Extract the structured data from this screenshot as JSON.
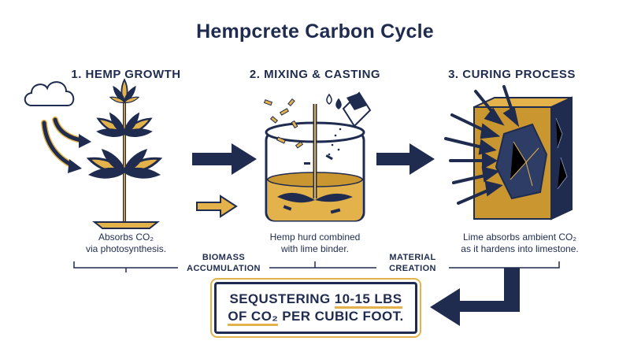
{
  "title": "Hempcrete Carbon Cycle",
  "steps": [
    {
      "title": "1. HEMP GROWTH",
      "caption_line1": "Absorbs CO₂",
      "caption_line2": "via photosynthesis."
    },
    {
      "title": "2. MIXING & CASTING",
      "caption_line1": "Hemp hurd combined",
      "caption_line2": "with lime binder."
    },
    {
      "title": "3. CURING PROCESS",
      "caption_line1": "Lime absorbs ambient CO₂",
      "caption_line2": "as it hardens into limestone."
    }
  ],
  "phases": [
    {
      "line1": "BIOMASS",
      "line2": "ACCUMULATION"
    },
    {
      "line1": "MATERIAL",
      "line2": "CREATION"
    }
  ],
  "result": {
    "line1_pre": "SEQUSTERING ",
    "line1_highlight": "10-15 LBS",
    "line2_highlight": "OF CO₂",
    "line2_post": " PER CUBIC FOOT."
  },
  "colors": {
    "navy": "#1f2c4f",
    "gold": "#e3b24a"
  },
  "icons": [
    "cloud-icon",
    "hemp-plant-icon",
    "mixing-jar-icon",
    "lime-bag-icon",
    "water-drop-icon",
    "limestone-block-icon"
  ]
}
